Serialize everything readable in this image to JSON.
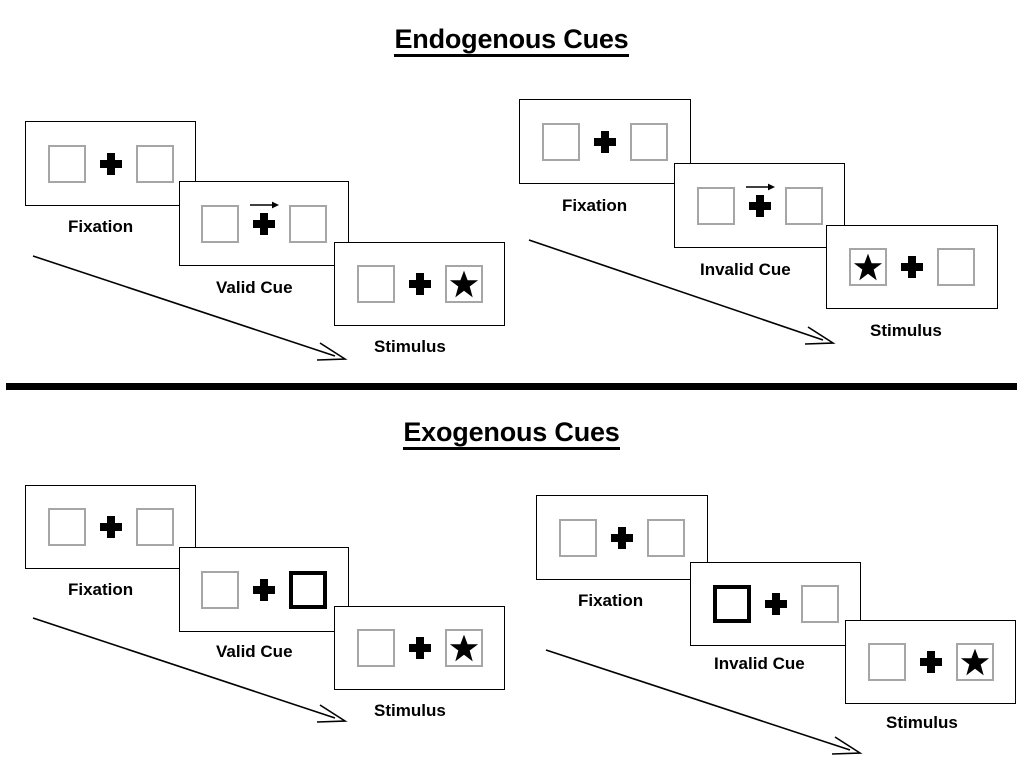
{
  "figure": {
    "title_top": "Endogenous Cues",
    "title_bottom": "Exogenous Cues"
  },
  "colors": {
    "frame_border": "#000000",
    "square_border": "#a6a6a6",
    "cued_square_border": "#000000",
    "ink": "#000000",
    "background": "#ffffff"
  },
  "icons": {
    "fixation_cross": "plus-icon",
    "arrow_cue": "right-arrow-icon",
    "target": "star-icon",
    "flow": "diagonal-arrow-icon"
  },
  "panels": {
    "endogenous_valid": {
      "caption_1": "Fixation",
      "caption_2": "Valid Cue",
      "caption_3": "Stimulus",
      "cue_type": "arrow",
      "cue_direction": "right",
      "target_side": "right"
    },
    "endogenous_invalid": {
      "caption_1": "Fixation",
      "caption_2": "Invalid Cue",
      "caption_3": "Stimulus",
      "cue_type": "arrow",
      "cue_direction": "right",
      "target_side": "left"
    },
    "exogenous_valid": {
      "caption_1": "Fixation",
      "caption_2": "Valid Cue",
      "caption_3": "Stimulus",
      "cue_type": "box-flash",
      "cue_side": "right",
      "target_side": "right"
    },
    "exogenous_invalid": {
      "caption_1": "Fixation",
      "caption_2": "Invalid Cue",
      "caption_3": "Stimulus",
      "cue_type": "box-flash",
      "cue_side": "left",
      "target_side": "right"
    }
  }
}
